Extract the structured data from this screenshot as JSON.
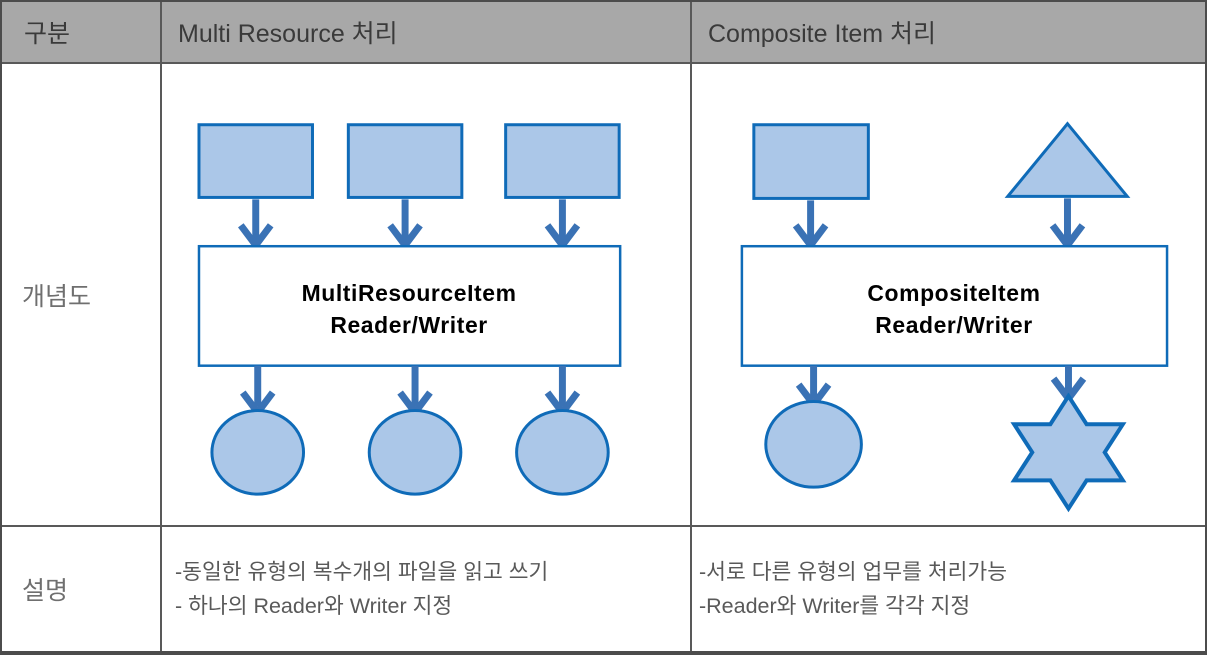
{
  "header": {
    "category": "구분",
    "multi": "Multi Resource 처리",
    "composite": "Composite Item 처리"
  },
  "row_labels": {
    "concept": "개념도",
    "description": "설명"
  },
  "diagrams": {
    "multi": {
      "box_line1": "MultiResourceItem",
      "box_line2": "Reader/Writer",
      "inputs": [
        "rect",
        "rect",
        "rect"
      ],
      "outputs": [
        "circle",
        "circle",
        "circle"
      ]
    },
    "composite": {
      "box_line1": "CompositeItem",
      "box_line2": "Reader/Writer",
      "inputs": [
        "rect",
        "triangle"
      ],
      "outputs": [
        "circle",
        "star"
      ]
    }
  },
  "descriptions": {
    "multi": [
      "-동일한 유형의 복수개의 파일을 읽고 쓰기",
      "- 하나의 Reader와 Writer 지정"
    ],
    "composite": [
      "-서로 다른 유형의 업무를 처리가능",
      "-Reader와 Writer를 각각 지정"
    ]
  },
  "colors": {
    "shape_fill": "#abc7e8",
    "shape_border": "#0f6bb8",
    "arrow": "#3a72b5",
    "header_bg": "#a8a8a8",
    "header_text": "#3a3a3a",
    "side_label_text": "#6f6f6f",
    "body_text": "#595959",
    "grid_line": "#595959",
    "outer_border": "#4c4c4c",
    "box_text": "#000000"
  }
}
